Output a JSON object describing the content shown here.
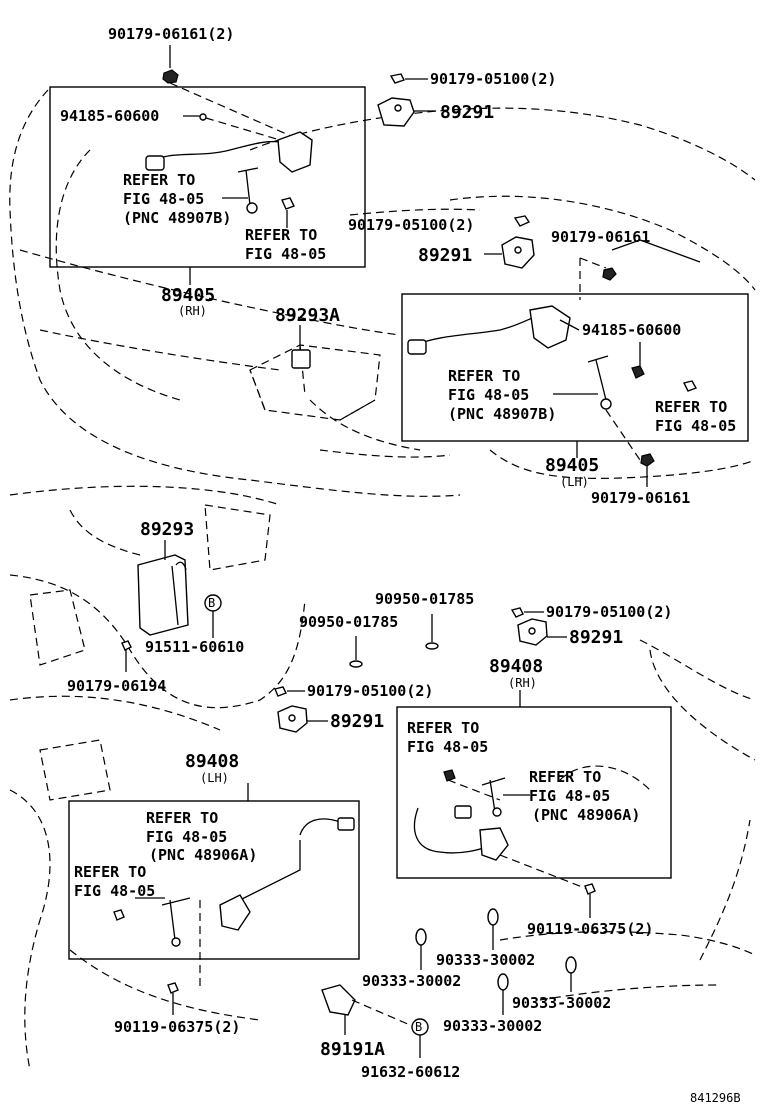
{
  "callouts": {
    "p_9017906161_top": "90179-06161(2)",
    "p_9017905100_top": "90179-05100(2)",
    "p_89291_top": "89291",
    "p_9418560600_rh": "94185-60600",
    "p_refer_rh_a": "REFER TO",
    "p_fig_rh_a": "FIG 48-05",
    "p_pnc_rh_a": "(PNC 48907B)",
    "p_refer_rh_b": "REFER TO",
    "p_fig_rh_b": "FIG 48-05",
    "p_89405_rh": "89405",
    "p_89405_rh_side": "(RH)",
    "p_9017905100_mid": "90179-05100(2)",
    "p_89291_mid": "89291",
    "p_9017906161_mid": "90179-06161",
    "p_89293a": "89293A",
    "p_9418560600_lh": "94185-60600",
    "p_refer_lh_a": "REFER TO",
    "p_fig_lh_a": "FIG 48-05",
    "p_pnc_lh_a": "(PNC 48907B)",
    "p_refer_lh_b": "REFER TO",
    "p_fig_lh_b": "FIG 48-05",
    "p_89405_lh": "89405",
    "p_89405_lh_side": "(LH)",
    "p_9017906161_lh": "90179-06161",
    "p_89293": "89293",
    "p_9151160610": "91511-60610",
    "p_9017906194": "90179-06194",
    "p_9095001785_a": "90950-01785",
    "p_9095001785_b": "90950-01785",
    "p_9017905100_r": "90179-05100(2)",
    "p_89291_r": "89291",
    "p_89408_rh": "89408",
    "p_89408_rh_side": "(RH)",
    "p_9017905100_l": "90179-05100(2)",
    "p_89291_l": "89291",
    "p_refer_rr_a": "REFER TO",
    "p_fig_rr_a": "FIG 48-05",
    "p_refer_rr_b": "REFER TO",
    "p_fig_rr_b": "FIG 48-05",
    "p_pnc_rr_b": "(PNC 48906A)",
    "p_89408_lh": "89408",
    "p_89408_lh_side": "(LH)",
    "p_refer_rl_a": "REFER TO",
    "p_fig_rl_a": "FIG 48-05",
    "p_pnc_rl_a": "(PNC 48906A)",
    "p_refer_rl_b": "REFER TO",
    "p_fig_rl_b": "FIG 48-05",
    "p_9011906375_r": "90119-06375(2)",
    "p_9033330002_a": "90333-30002",
    "p_9033330002_b": "90333-30002",
    "p_9033330002_c": "90333-30002",
    "p_9033330002_d": "90333-30002",
    "p_9011906375_l": "90119-06375(2)",
    "p_89191a": "89191A",
    "p_9163260612": "91632-60612",
    "ref_b_1": "B",
    "ref_b_2": "B",
    "drawing_id": "841296B"
  }
}
